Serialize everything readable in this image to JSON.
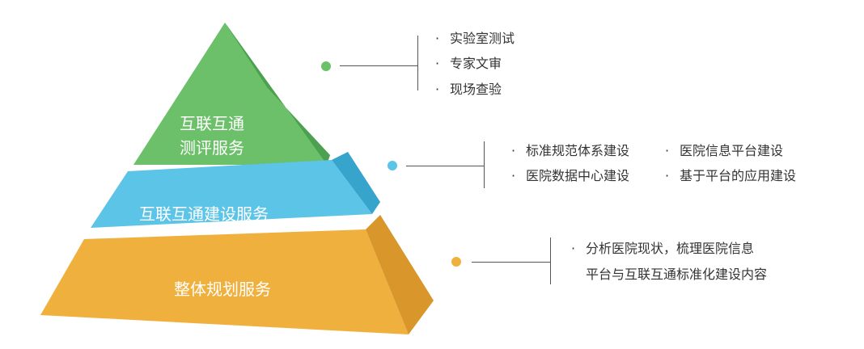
{
  "pyramid": {
    "top": {
      "lines": [
        "互联互通",
        "测评服务"
      ],
      "colors": {
        "front": "#6cc06a",
        "side": "#4ba14f"
      },
      "items": [
        "实验室测试",
        "专家文审",
        "现场查验"
      ],
      "dot_color": "#6cc06a"
    },
    "middle": {
      "label": "互联互通建设服务",
      "colors": {
        "front": "#5bc4e7",
        "side": "#36a4cb"
      },
      "items": [
        "标准规范体系建设",
        "医院信息平台建设",
        "医院数据中心建设",
        "基于平台的应用建设"
      ],
      "dot_color": "#5bc4e7"
    },
    "bottom": {
      "label": "整体规划服务",
      "colors": {
        "front": "#f0b03e",
        "side": "#d9962b"
      },
      "items": [
        "分析医院现状，梳理医院信息",
        "平台与互联互通标准化建设内容"
      ],
      "dot_color": "#f0b03e"
    },
    "connector_color": "#555555",
    "bullet": "·"
  }
}
